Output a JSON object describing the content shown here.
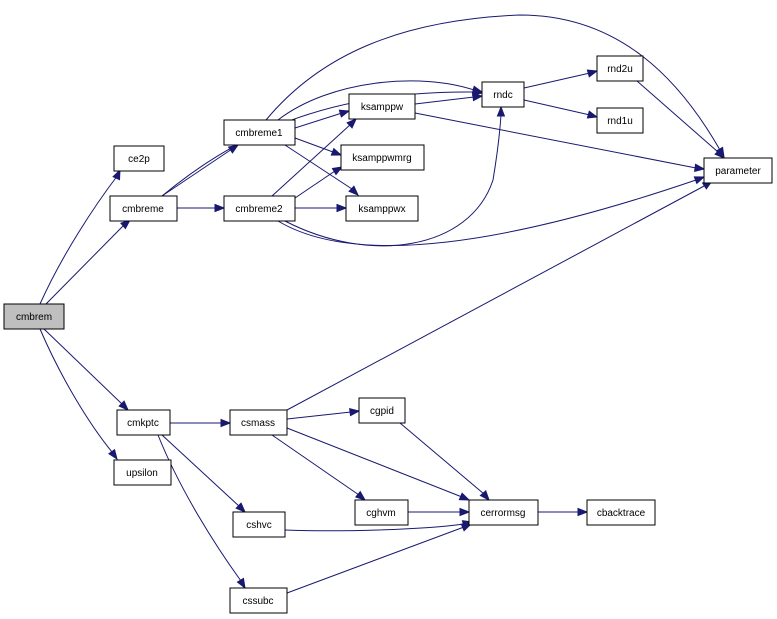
{
  "colors": {
    "edge": "#191970",
    "root_fill": "#bfbfbf",
    "node_fill": "#ffffff",
    "node_stroke": "#000000"
  },
  "nodes": {
    "cmbrem": "cmbrem",
    "ce2p": "ce2p",
    "cmbreme": "cmbreme",
    "cmbreme1": "cmbreme1",
    "cmbreme2": "cmbreme2",
    "ksamppw": "ksamppw",
    "ksamppwmrg": "ksamppwmrg",
    "ksamppwx": "ksamppwx",
    "rndc": "rndc",
    "rnd2u": "rnd2u",
    "rnd1u": "rnd1u",
    "parameter": "parameter",
    "cmkptc": "cmkptc",
    "upsilon": "upsilon",
    "csmass": "csmass",
    "cgpid": "cgpid",
    "cghvm": "cghvm",
    "cerrormsg": "cerrormsg",
    "cbacktrace": "cbacktrace",
    "cshvc": "cshvc",
    "cssubc": "cssubc"
  },
  "edges": [
    [
      "cmbrem",
      "ce2p"
    ],
    [
      "cmbrem",
      "cmbreme"
    ],
    [
      "cmbrem",
      "cmkptc"
    ],
    [
      "cmbrem",
      "upsilon"
    ],
    [
      "cmbreme",
      "cmbreme1"
    ],
    [
      "cmbreme",
      "cmbreme2"
    ],
    [
      "cmbreme",
      "rndc"
    ],
    [
      "cmbreme1",
      "ksamppw"
    ],
    [
      "cmbreme1",
      "ksamppwmrg"
    ],
    [
      "cmbreme1",
      "ksamppwx"
    ],
    [
      "cmbreme1",
      "rndc"
    ],
    [
      "cmbreme1",
      "parameter"
    ],
    [
      "cmbreme2",
      "ksamppw"
    ],
    [
      "cmbreme2",
      "ksamppwmrg"
    ],
    [
      "cmbreme2",
      "ksamppwx"
    ],
    [
      "cmbreme2",
      "rndc"
    ],
    [
      "cmbreme2",
      "parameter"
    ],
    [
      "ksamppw",
      "rndc"
    ],
    [
      "ksamppw",
      "parameter"
    ],
    [
      "rndc",
      "rnd2u"
    ],
    [
      "rndc",
      "rnd1u"
    ],
    [
      "rnd2u",
      "parameter"
    ],
    [
      "cmkptc",
      "csmass"
    ],
    [
      "cmkptc",
      "cshvc"
    ],
    [
      "cmkptc",
      "cssubc"
    ],
    [
      "csmass",
      "parameter"
    ],
    [
      "csmass",
      "cgpid"
    ],
    [
      "csmass",
      "cghvm"
    ],
    [
      "csmass",
      "cerrormsg"
    ],
    [
      "cgpid",
      "cerrormsg"
    ],
    [
      "cghvm",
      "cerrormsg"
    ],
    [
      "cshvc",
      "cerrormsg"
    ],
    [
      "cssubc",
      "cerrormsg"
    ],
    [
      "cerrormsg",
      "cbacktrace"
    ]
  ]
}
